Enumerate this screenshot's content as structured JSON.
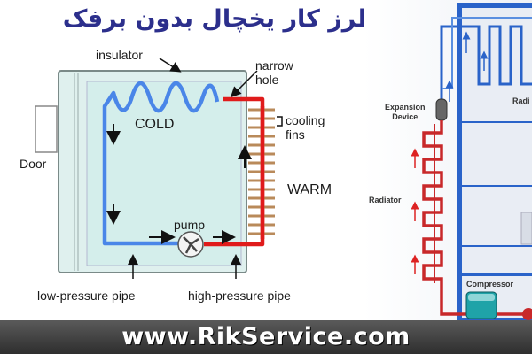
{
  "title": "طرز کار یخچال بدون برفک",
  "left_diagram": {
    "insulator": "insulator",
    "narrow_hole": "narrow\nhole",
    "cold": "COLD",
    "cooling_fins": "cooling\nfins",
    "door": "Door",
    "warm": "WARM",
    "pump": "pump",
    "low_pressure_pipe": "low-pressure pipe",
    "high_pressure_pipe": "high-pressure pipe"
  },
  "right_diagram": {
    "expansion_device": "Expansion\nDevice",
    "radiator": "Radiator",
    "radi_partial": "Radi",
    "compressor": "Compressor"
  },
  "footer": {
    "url": "www.RikService.com"
  },
  "colors": {
    "cold_pipe": "#4a86e8",
    "hot_pipe": "#e01b1b",
    "cabinet": "#dff0ee",
    "title": "#2c2f8c"
  }
}
